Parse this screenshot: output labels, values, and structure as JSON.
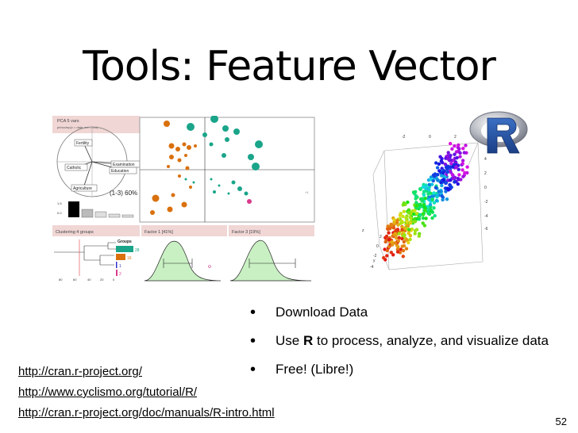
{
  "slide": {
    "title": "Tools: Feature Vector",
    "page_number": "52"
  },
  "bullets": [
    {
      "before": "Download Data",
      "bold": "",
      "after": ""
    },
    {
      "before": "Use ",
      "bold": "R",
      "after": " to process, analyze, and visualize data"
    },
    {
      "before": "Free! (Libre!)",
      "bold": "",
      "after": ""
    }
  ],
  "links": [
    "http://cran.r-project.org/",
    "http://www.cyclismo.org/tutorial/R/",
    "http://cran.r-project.org/doc/manuals/R-intro.html"
  ],
  "pca_figure": {
    "header_title": "PCA  5 vars",
    "header_sub": "princomp(x = data, cor = cor)",
    "variables": [
      "Fertility",
      "Examination",
      "Education",
      "Catholic",
      "Agriculture"
    ],
    "axes_label": "(1-3)  60%",
    "clustering_label": "Clustering  4 groups",
    "factor1_label": "Factor 1 [41%]",
    "factor3_label": "Factor 3 [19%]",
    "groups_title": "Groups",
    "group_counts": [
      "28",
      "16",
      "1",
      "2"
    ],
    "tree_axis": [
      "80",
      "60",
      "40",
      "20",
      "0"
    ],
    "bar_axis": [
      "0.0",
      "1.5"
    ],
    "plus_label": "+1"
  },
  "rgl_figure": {
    "top_ticks": [
      "-2",
      "0",
      "2"
    ],
    "right_ticks": [
      "4",
      "2",
      "0",
      "-2",
      "-4",
      "-6"
    ],
    "left_ticks": [
      "2",
      "0",
      "-2",
      "-4"
    ],
    "axis_labels": [
      "z",
      "y"
    ]
  },
  "colors": {
    "header_bg": "#f0d6d4",
    "orange": "#d9700c",
    "teal": "#1aa58a",
    "magenta": "#d93a8c",
    "density_fill": "#c9f0c3"
  }
}
